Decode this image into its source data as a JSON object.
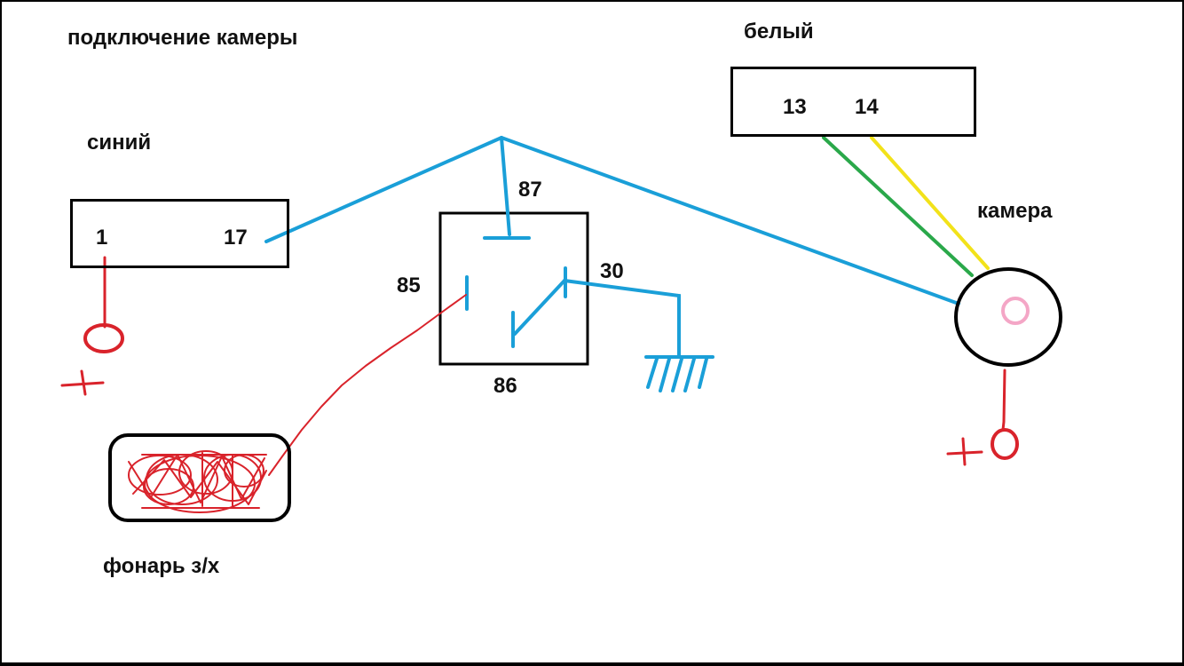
{
  "title": "подключение камеры",
  "connectors": {
    "blue": {
      "name": "синий",
      "pin_a": "1",
      "pin_b": "17"
    },
    "white": {
      "name": "белый",
      "pin_a": "13",
      "pin_b": "14"
    }
  },
  "relay": {
    "pin_87": "87",
    "pin_85": "85",
    "pin_86": "86",
    "pin_30": "30"
  },
  "camera": {
    "name": "камера"
  },
  "lamp": {
    "name": "фонарь з/х"
  },
  "colors": {
    "blue_wire": "#1a9fd8",
    "red_wire": "#d9232b",
    "green_wire": "#2aa84a",
    "yellow_wire": "#f2e21a",
    "camera_lens": "#f4a6c6"
  }
}
